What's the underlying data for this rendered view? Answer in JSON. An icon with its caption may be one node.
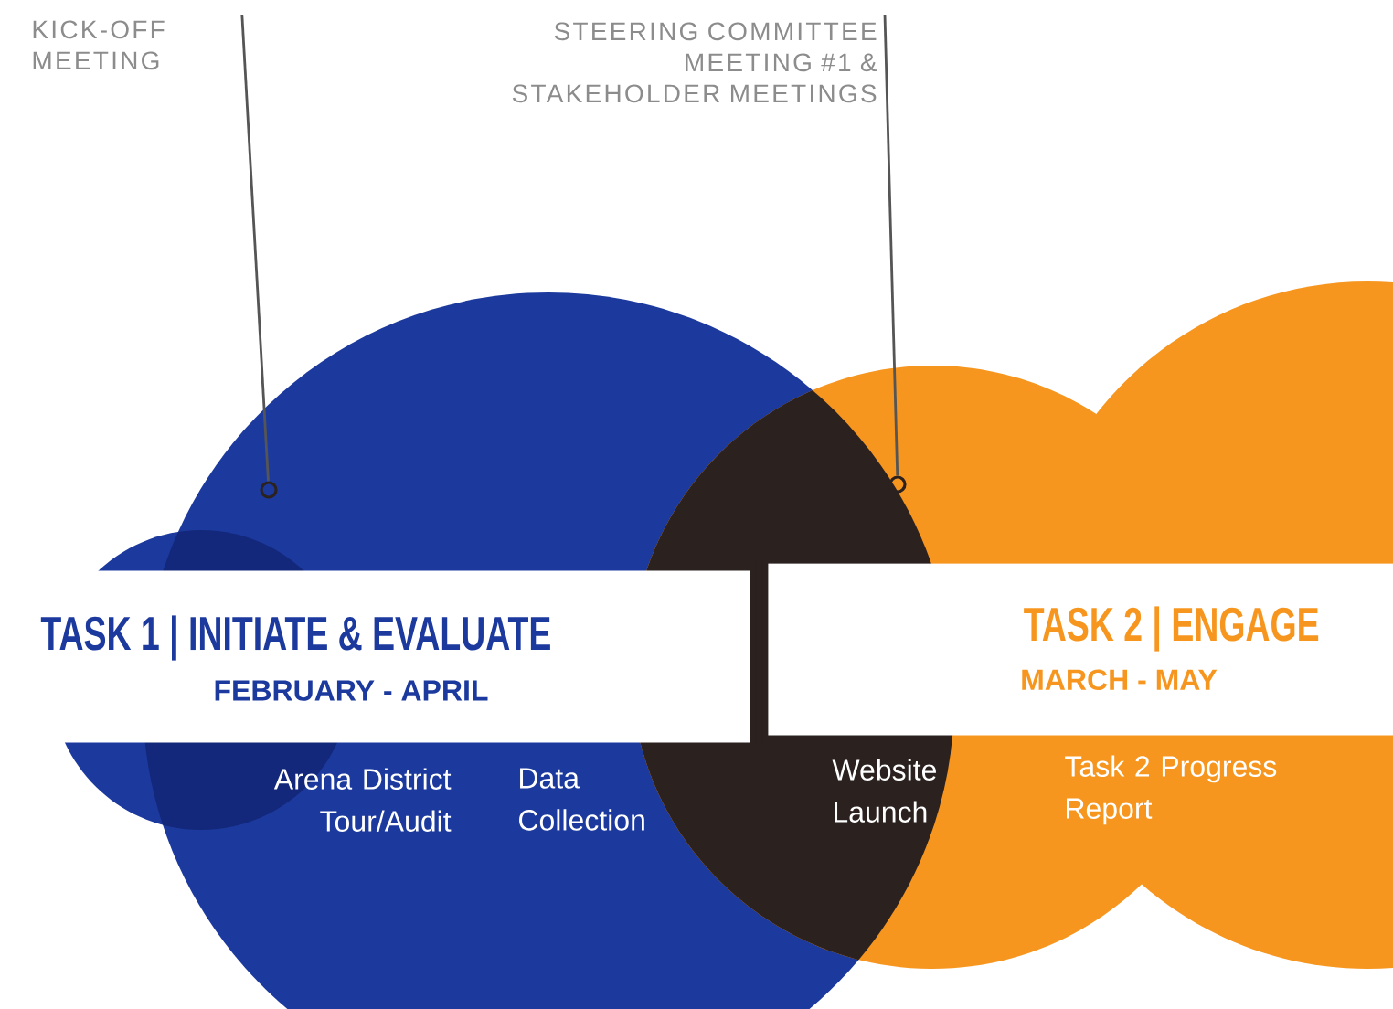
{
  "diagram": {
    "nodes": [
      {
        "text": [
          "KICK-OFF MEETING"
        ]
      },
      {
        "text": [
          "STEERING COMMITTEE MEETING #1 & STAKEHOLDER MEETINGS"
        ]
      },
      {
        "text": [],
        "shape": "circle"
      },
      {
        "text": [],
        "shape": "circle"
      },
      {
        "text": [
          "TASK 1 | INITIATE & EVALUATE",
          "FEBRUARY - APRIL"
        ]
      },
      {
        "text": [
          "TASK 2 | ENGAGE",
          "MARCH - MAY"
        ]
      }
    ],
    "edges": [
      {
        "from": 0,
        "to": 2,
        "arrow": "none"
      },
      {
        "from": 1,
        "to": 3,
        "arrow": "none"
      }
    ],
    "labels": [
      "Arena District Tour/Audit",
      "Data Collection",
      "Website Launch",
      "Task 2 Progress Report"
    ]
  }
}
